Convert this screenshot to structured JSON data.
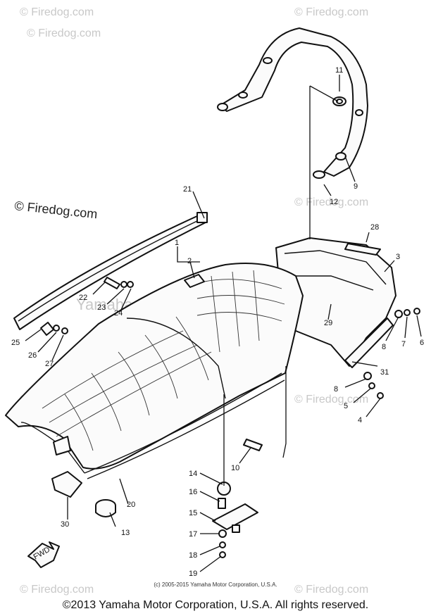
{
  "watermark": {
    "brand": "© Firedog.com",
    "brand_short": "Firedog.com",
    "center_text": "Yamaha Motor Corp., U.S.A."
  },
  "callouts": {
    "p1": "1",
    "p2": "2",
    "p3": "3",
    "p4": "4",
    "p5": "5",
    "p6": "6",
    "p7": "7",
    "p8a": "8",
    "p8b": "8",
    "p9": "9",
    "p10": "10",
    "p11": "11",
    "p12": "12",
    "p13": "13",
    "p14": "14",
    "p15": "15",
    "p16": "16",
    "p17": "17",
    "p18": "18",
    "p19": "19",
    "p20": "20",
    "p21": "21",
    "p22": "22",
    "p23": "23",
    "p24": "24",
    "p25": "25",
    "p26": "26",
    "p27": "27",
    "p28": "28",
    "p29": "29",
    "p30": "30",
    "p31": "31"
  },
  "fwd_label": "FWD",
  "small_copyright": "(c) 2005-2015 Yamaha Motor Corporation, U.S.A.",
  "copyright": "©2013 Yamaha Motor Corporation, U.S.A. All rights reserved."
}
